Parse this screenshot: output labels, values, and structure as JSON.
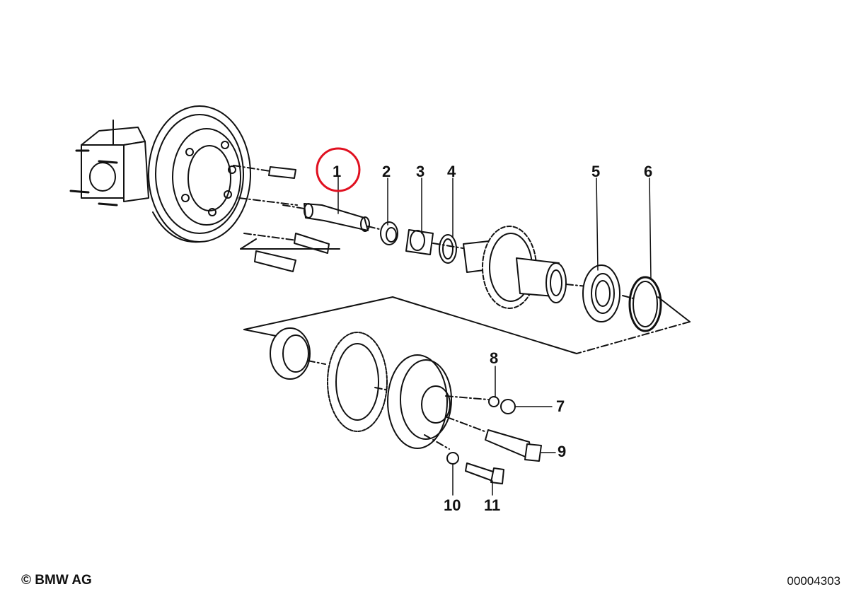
{
  "diagram": {
    "highlight_color": "#e01020",
    "highlighted_part": "1",
    "parts": [
      {
        "id": "part-1",
        "label": "1"
      },
      {
        "id": "part-2",
        "label": "2"
      },
      {
        "id": "part-3",
        "label": "3"
      },
      {
        "id": "part-4",
        "label": "4"
      },
      {
        "id": "part-5",
        "label": "5"
      },
      {
        "id": "part-6",
        "label": "6"
      },
      {
        "id": "part-7",
        "label": "7"
      },
      {
        "id": "part-8",
        "label": "8"
      },
      {
        "id": "part-9",
        "label": "9"
      },
      {
        "id": "part-10",
        "label": "10"
      },
      {
        "id": "part-11",
        "label": "11"
      }
    ]
  },
  "footer": {
    "copyright": "© BMW AG",
    "image_id": "00004303"
  }
}
